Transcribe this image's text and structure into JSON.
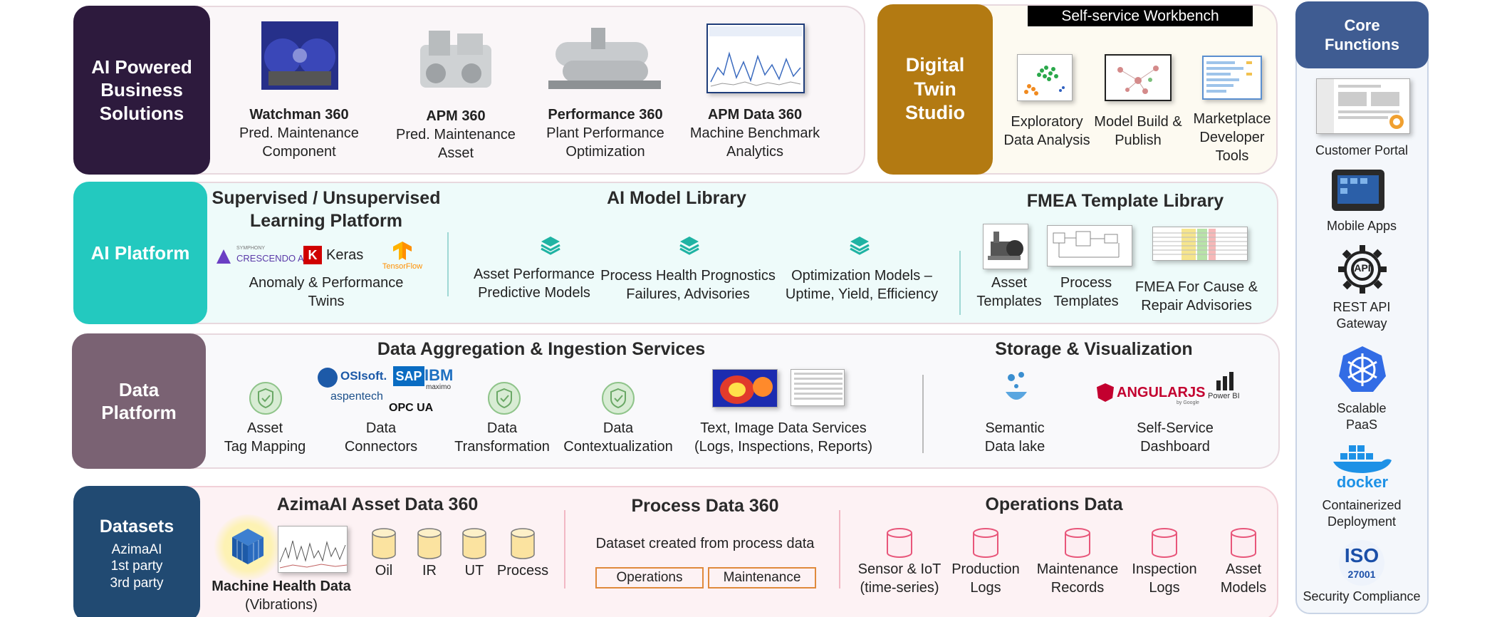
{
  "rows": {
    "business": {
      "label_lines": [
        "AI Powered",
        "Business",
        "Solutions"
      ],
      "items": [
        {
          "title": "Watchman 360",
          "lines": [
            "Pred. Maintenance",
            "Component"
          ],
          "icon": "motor-photo"
        },
        {
          "title": "APM 360",
          "lines": [
            "Pred. Maintenance",
            "Asset"
          ],
          "icon": "compressor-photo"
        },
        {
          "title": "Performance 360",
          "lines": [
            "Plant Performance",
            "Optimization"
          ],
          "icon": "plant-skid-photo"
        },
        {
          "title": "APM Data 360",
          "lines": [
            "Machine Benchmark",
            "Analytics"
          ],
          "icon": "benchmark-chart-screenshot"
        }
      ]
    },
    "twin": {
      "label_lines": [
        "Digital",
        "Twin",
        "Studio"
      ],
      "workbench_title": "Self-service Workbench",
      "items": [
        {
          "lines": [
            "Exploratory",
            "Data Analysis"
          ],
          "icon": "scatter-cluster-icon"
        },
        {
          "lines": [
            "Model Build &",
            "Publish"
          ],
          "icon": "network-graph-icon"
        },
        {
          "lines": [
            "Marketplace",
            "Developer",
            "Tools"
          ],
          "icon": "marketplace-list-icon"
        }
      ]
    },
    "platform": {
      "label": "AI Platform",
      "supervised_title_lines": [
        "Supervised / Unsupervised",
        "Learning Platform"
      ],
      "logos": [
        "CRESCENDO AI",
        "Keras",
        "TensorFlow"
      ],
      "logo_subtitle": "SYMPHONY",
      "anomaly_lines": [
        "Anomaly & Performance",
        "Twins"
      ],
      "model_library_title": "AI Model Library",
      "models": [
        {
          "lines": [
            "Asset Performance",
            "Predictive Models"
          ],
          "icon": "layers-icon"
        },
        {
          "lines": [
            "Process Health Prognostics",
            "Failures, Advisories"
          ],
          "icon": "layers-icon"
        },
        {
          "lines": [
            "Optimization Models –",
            "Uptime, Yield, Efficiency"
          ],
          "icon": "layers-icon"
        }
      ],
      "fmea_title": "FMEA Template Library",
      "templates": [
        {
          "lines": [
            "Asset",
            "Templates"
          ],
          "icon": "pump-icon"
        },
        {
          "lines": [
            "Process",
            "Templates"
          ],
          "icon": "process-diagram-icon"
        },
        {
          "lines": [
            "FMEA For Cause &",
            "Repair Advisories"
          ],
          "icon": "spreadsheet-icon"
        }
      ]
    },
    "data": {
      "label_lines": [
        "Data",
        "Platform"
      ],
      "ingestion_title": "Data Aggregation & Ingestion Services",
      "storage_title": "Storage & Visualization",
      "services": [
        {
          "lines": [
            "Asset",
            "Tag Mapping"
          ],
          "icon": "shield-check-icon"
        },
        {
          "lines": [
            "Data",
            "Connectors"
          ],
          "icon": "connector-logos"
        },
        {
          "lines": [
            "Data",
            "Transformation"
          ],
          "icon": "shield-check-icon"
        },
        {
          "lines": [
            "Data",
            "Contextualization"
          ],
          "icon": "shield-check-icon"
        },
        {
          "lines": [
            "Text, Image Data Services",
            "(Logs, Inspections, Reports)"
          ],
          "icon": "thermal-image-icon"
        }
      ],
      "connector_logos": [
        "OSIsoft.",
        "SAP",
        "IBM",
        "maximo",
        "aspentech",
        "OPC UA"
      ],
      "storage": [
        {
          "lines": [
            "Semantic",
            "Data lake"
          ],
          "icon": "data-lake-icon"
        },
        {
          "lines": [
            "Self-Service",
            "Dashboard"
          ],
          "icon": "dashboard-logos"
        }
      ],
      "dashboard_logos": [
        "ANGULARJS",
        "by Google",
        "Power BI"
      ]
    },
    "datasets": {
      "label": "Datasets",
      "sub_lines": [
        "AzimaAI",
        "1st party",
        "3rd party"
      ],
      "asset_title": "AzimaAI Asset Data 360",
      "machine_health_lines": [
        "Machine Health Data",
        "(Vibrations)"
      ],
      "cylinders": [
        "Oil",
        "IR",
        "UT",
        "Process"
      ],
      "process_title": "Process Data 360",
      "process_subtitle": "Dataset created from process data",
      "process_buttons": [
        "Operations",
        "Maintenance"
      ],
      "ops_title": "Operations Data",
      "ops_items": [
        {
          "lines": [
            "Sensor & IoT",
            "(time-series)"
          ]
        },
        {
          "lines": [
            "Production",
            "Logs"
          ]
        },
        {
          "lines": [
            "Maintenance",
            "Records"
          ]
        },
        {
          "lines": [
            "Inspection",
            "Logs"
          ]
        },
        {
          "lines": [
            "Asset",
            "Models"
          ]
        }
      ]
    }
  },
  "core": {
    "title_lines": [
      "Core",
      "Functions"
    ],
    "items": [
      {
        "lines": [
          "Customer Portal"
        ],
        "icon": "portal-screenshot-icon"
      },
      {
        "lines": [
          "Mobile Apps"
        ],
        "icon": "tablet-icon"
      },
      {
        "lines": [
          "REST API",
          "Gateway"
        ],
        "icon": "api-gear-icon",
        "glyph": "API"
      },
      {
        "lines": [
          "Scalable",
          "PaaS"
        ],
        "icon": "kubernetes-icon"
      },
      {
        "lines": [
          "Containerized",
          "Deployment"
        ],
        "icon": "docker-icon",
        "glyph": "docker"
      },
      {
        "lines": [
          "Security Compliance"
        ],
        "icon": "iso-icon",
        "glyph": "ISO",
        "sub_glyph": "27001"
      }
    ]
  },
  "colors": {
    "business_label": "#2d1a3d",
    "twin_label": "#b37a12",
    "platform_label": "#23c9bf",
    "data_label": "#7a6273",
    "datasets_label": "#214a72",
    "core_header": "#3f5c92",
    "cylinder_yellow": "#fbe3a0",
    "cylinder_pink": "#e8567a",
    "teal_icon": "#1fb3a3",
    "shield_green": "#8fc48a"
  }
}
